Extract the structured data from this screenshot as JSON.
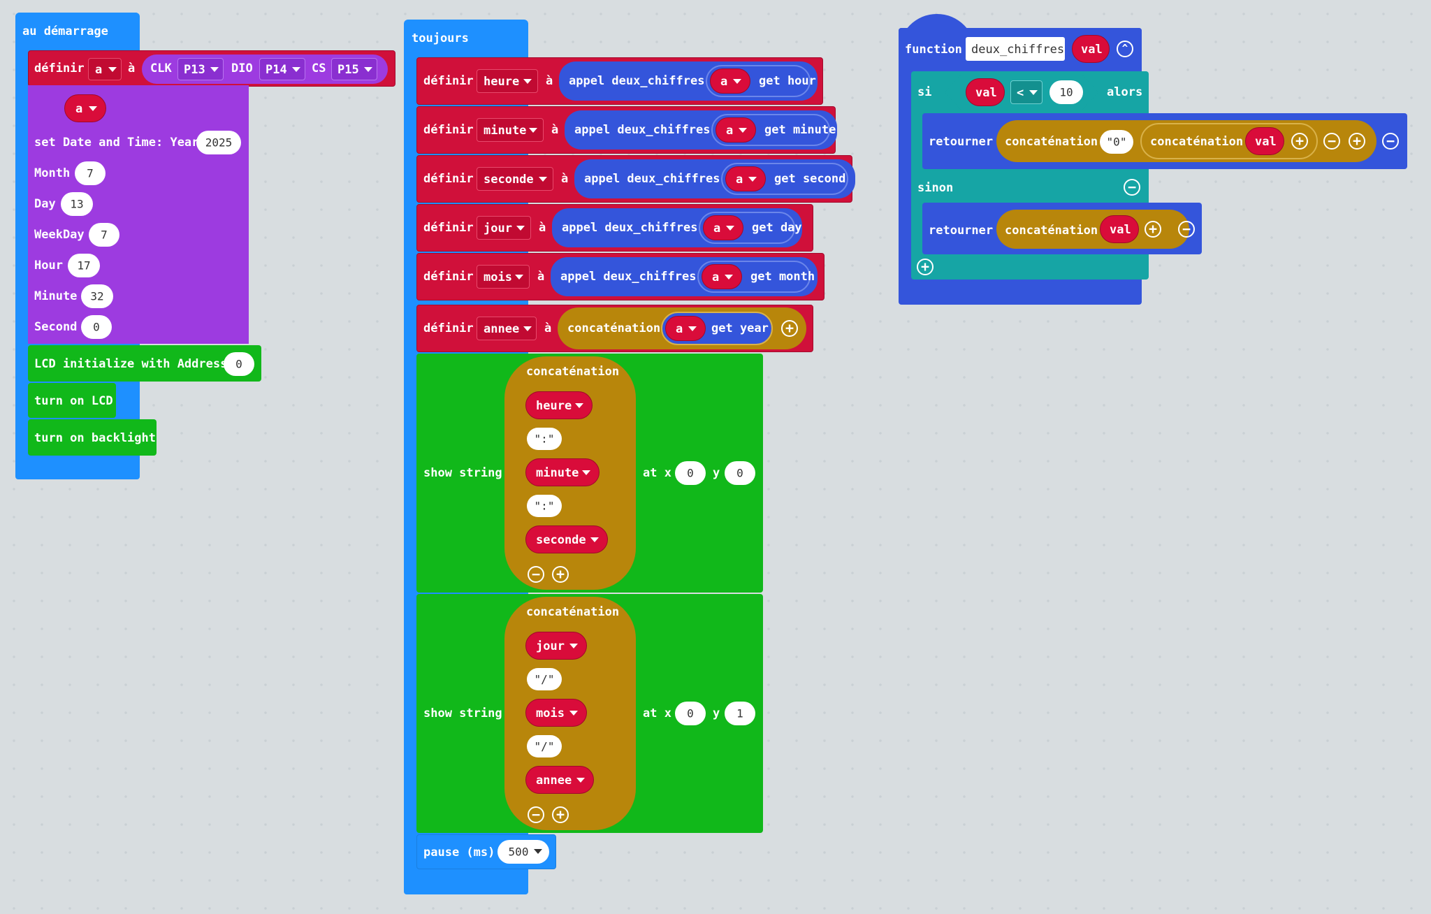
{
  "on_start": {
    "hat": "au démarrage",
    "set_keyword": "définir",
    "var": "a",
    "to": "à",
    "clk": "CLK",
    "clk_pin": "P13",
    "dio": "DIO",
    "dio_pin": "P14",
    "cs": "CS",
    "cs_pin": "P15",
    "set_dt_label": "set Date and Time: Year",
    "year": "2025",
    "month_label": "Month",
    "month": "7",
    "day_label": "Day",
    "day": "13",
    "weekday_label": "WeekDay",
    "weekday": "7",
    "hour_label": "Hour",
    "hour": "17",
    "minute_label": "Minute",
    "minute": "32",
    "second_label": "Second",
    "second": "0",
    "lcd_init": "LCD initialize with Address",
    "lcd_addr": "0",
    "turn_on_lcd": "turn on LCD",
    "turn_on_backlight": "turn on backlight"
  },
  "forever": {
    "hat": "toujours",
    "set_keyword": "définir",
    "to": "à",
    "call": "appel deux_chiffres",
    "rows": [
      {
        "var": "heure",
        "getter": "get hour"
      },
      {
        "var": "minute",
        "getter": "get minute"
      },
      {
        "var": "seconde",
        "getter": "get second"
      },
      {
        "var": "jour",
        "getter": "get day"
      },
      {
        "var": "mois",
        "getter": "get month"
      }
    ],
    "obj": "a",
    "annee_var": "annee",
    "concat": "concaténation",
    "get_year": "get year",
    "show_string": "show string",
    "at_x": "at x",
    "y": "y",
    "show1": {
      "items": [
        "heure",
        ":",
        "minute",
        ":",
        "seconde"
      ],
      "x": "0",
      "y": "0"
    },
    "show2": {
      "items": [
        "jour",
        "/",
        "mois",
        "/",
        "annee"
      ],
      "x": "0",
      "y": "1"
    },
    "pause": "pause (ms)",
    "pause_val": "500"
  },
  "function": {
    "keyword": "function",
    "name": "deux_chiffres",
    "param": "val",
    "if": "si",
    "then": "alors",
    "op": "<",
    "cmp": "10",
    "return": "retourner",
    "concat": "concaténation",
    "zero": "0",
    "else": "sinon"
  },
  "icons": {
    "plus": "⊕",
    "minus": "⊖",
    "collapse": "⌃"
  }
}
